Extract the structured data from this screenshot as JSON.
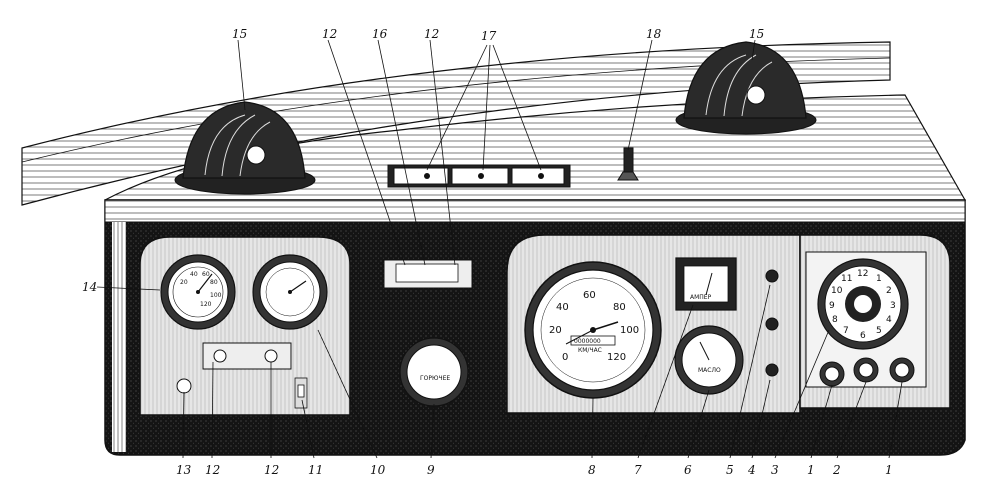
{
  "callouts": {
    "top": [
      "15",
      "12",
      "16",
      "12",
      "17",
      "18",
      "15"
    ],
    "left": "14",
    "bottom": [
      "13",
      "12",
      "12",
      "11",
      "10",
      "9",
      "8",
      "7",
      "6",
      "5",
      "4",
      "3",
      "1",
      "2",
      "1"
    ]
  },
  "speedometer": {
    "ticks": [
      "0",
      "20",
      "40",
      "60",
      "80",
      "100",
      "120"
    ],
    "caption": "КМ/ЧАС",
    "odometer": "0000000"
  },
  "left_gauge_ticks": [
    "20",
    "40",
    "60",
    "80",
    "100",
    "120"
  ],
  "clock_numbers": [
    "12",
    "1",
    "2",
    "3",
    "4",
    "5",
    "6",
    "7",
    "8",
    "9",
    "10",
    "11"
  ],
  "ammeter_caption": "АМПЕР",
  "small_gauge_caption": "ГОРЮЧЕЕ",
  "oil_gauge_caption": "МАСЛО"
}
